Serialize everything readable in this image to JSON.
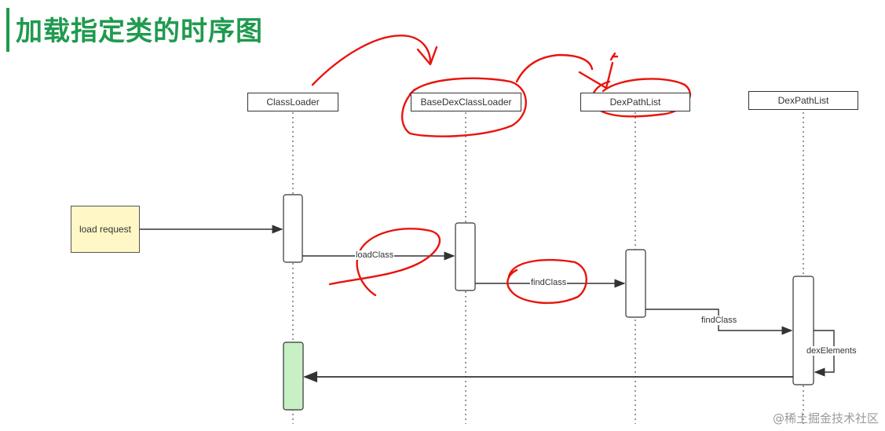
{
  "title": "加载指定类的时序图",
  "participants": [
    "ClassLoader",
    "BaseDexClassLoader",
    "DexPathList",
    "DexPathList"
  ],
  "note": "load request",
  "messages": {
    "m1": "loadClass",
    "m2": "findClass",
    "m3": "findClass",
    "m4": "dexElements"
  },
  "watermark": "@稀土掘金技术社区",
  "colors": {
    "title": "#1f9a4e",
    "annotation": "#e8140c",
    "note_fill": "#fff8c6",
    "return_activation": "#c8f0c4"
  }
}
